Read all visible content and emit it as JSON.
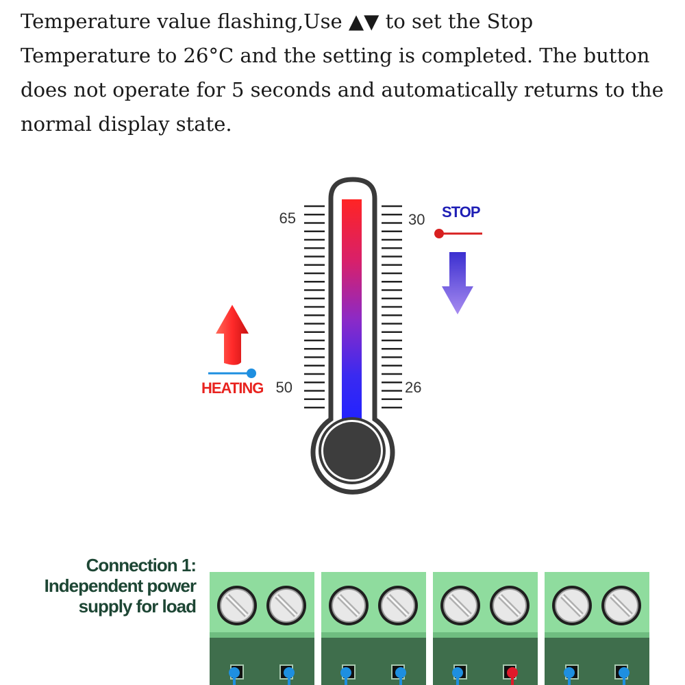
{
  "instructions": {
    "line1": "Temperature value flashing,Use ▲▼ to set the Stop",
    "line2": "Temperature to 26°C and the setting is completed. The button",
    "line3": "does not operate for 5 seconds and automatically returns to the",
    "line4": "normal display state."
  },
  "thermometer": {
    "left_scale": {
      "top_label": "65",
      "bottom_label": "50"
    },
    "right_scale": {
      "top_label": "30",
      "bottom_label": "26"
    },
    "stop_label": "STOP",
    "heating_label": "HEATING",
    "colors": {
      "hot": "#ff2a2a",
      "cold": "#2222ff",
      "stop": "#1f1fb5",
      "heating": "#e8231f",
      "bulb": "#3d3d3d"
    }
  },
  "connection": {
    "title_line1": "Connection 1:",
    "title_line2": "Independent power",
    "title_line3": "supply for load",
    "color": "#1d4634"
  },
  "terminal_blocks": {
    "count": 4,
    "screws_per_block": 2,
    "body_color": "#8fdc9e",
    "base_color": "#3f6e4c"
  }
}
